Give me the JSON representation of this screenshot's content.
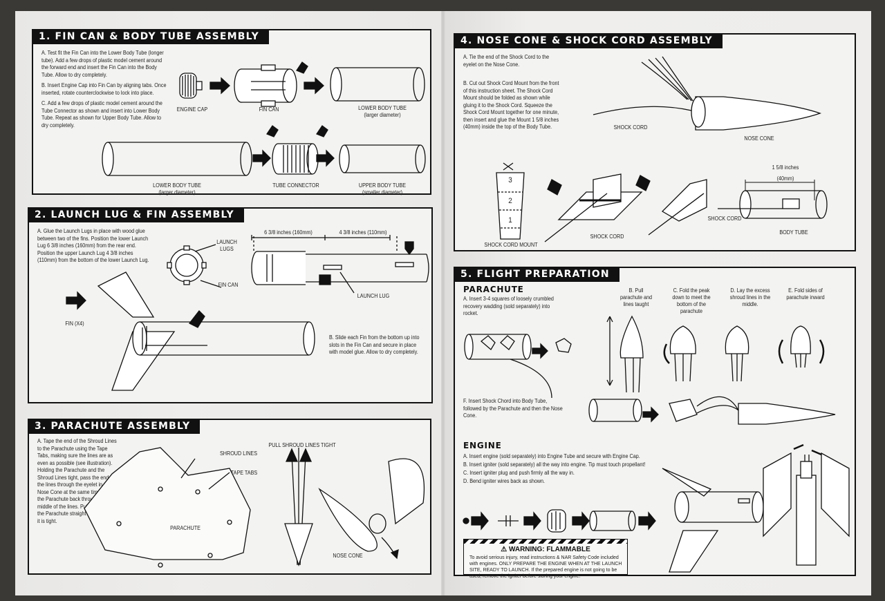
{
  "s1": {
    "title": "1. FIN CAN & BODY TUBE ASSEMBLY",
    "a": "A. Test fit the Fin Can into the Lower Body Tube (longer tube). Add a few drops of plastic model cement around the forward end and insert the Fin Can into the Body Tube. Allow to dry completely.",
    "b": "B. Insert Engine Cap into Fin Can by aligning tabs. Once inserted, rotate counterclockwise to lock into place.",
    "c": "C. Add a few drops of plastic model cement around the Tube Connector as shown and insert into Lower Body Tube. Repeat as shown for Upper Body Tube. Allow to dry completely.",
    "engine_cap": "ENGINE CAP",
    "fin_can": "FIN CAN",
    "lower_tube_1": "LOWER BODY TUBE",
    "larger_1": "(larger diameter)",
    "lower_tube_2": "LOWER BODY TUBE",
    "larger_2": "(larger diameter)",
    "tube_connector": "TUBE CONNECTOR",
    "upper_tube": "UPPER BODY TUBE",
    "smaller": "(smaller diameter)"
  },
  "s2": {
    "title": "2. LAUNCH LUG & FIN ASSEMBLY",
    "a": "A. Glue the Launch Lugs in place with wood glue between two of the fins. Position the lower Launch Lug 6 3/8 inches (160mm) from the rear end. Position the upper Launch Lug 4 3/8 inches (110mm) from the bottom of the lower Launch Lug.",
    "launch_lugs_1": "LAUNCH",
    "launch_lugs_2": "LUGS",
    "fin_can": "FIN CAN",
    "dim1": "6 3/8 inches (160mm)",
    "dim2": "4 3/8 inches (110mm)",
    "launch_lug": "LAUNCH LUG",
    "fin": "FIN (X4)",
    "b": "B. Slide each Fin from the bottom up into slots in the Fin Can and secure in place with model glue. Allow to dry completely."
  },
  "s3": {
    "title": "3. PARACHUTE ASSEMBLY",
    "a": "A. Tape the end of the Shroud Lines to the Parachute using the Tape Tabs, making sure the lines are as even as possible (see illustration). Holding the Parachute and the Shroud Lines tight, pass the ends of the lines through the eyelet in the Nose Cone at the same time. Pass the Parachute back through the middle of the lines. Pull the point of the Parachute straight through until it is tight.",
    "shroud_lines": "SHROUD LINES",
    "tape_tabs": "TAPE TABS",
    "parachute": "PARACHUTE",
    "pull": "PULL SHROUD LINES TIGHT",
    "nose_cone": "NOSE CONE"
  },
  "s4": {
    "title": "4. NOSE CONE & SHOCK CORD ASSEMBLY",
    "a": "A. Tie the end of the Shock Cord to the eyelet on the Nose Cone.",
    "b": "B. Cut out Shock Cord Mount from the front of this instruction sheet. The Shock Cord Mount should be folded as shown while gluing it to the Shock Cord. Squeeze the Shock Cord Mount together for one minute, then insert and glue the Mount 1 5/8 inches (40mm) inside the top of the Body Tube.",
    "shock_cord_1": "SHOCK CORD",
    "nose_cone": "NOSE CONE",
    "mount": "SHOCK CORD MOUNT",
    "shock_cord_2": "SHOCK CORD",
    "shock_cord_3": "SHOCK CORD",
    "dim_1": "1 5/8 inches",
    "dim_2": "(40mm)",
    "body_tube": "BODY TUBE",
    "n3": "3",
    "n2": "2",
    "n1": "1"
  },
  "s5": {
    "title": "5. FLIGHT PREPARATION",
    "parachute_hdr": "PARACHUTE",
    "a": "A. Insert 3-4 squares of loosely crumbled recovery wadding (sold separately) into rocket.",
    "b": "B. Pull parachute and lines taught",
    "c": "C. Fold the peak down to meet the bottom of the parachute",
    "d": "D. Lay the excess shroud lines in the middle.",
    "e": "E. Fold sides of parachute inward",
    "f": "F. Insert Shock Chord into Body Tube, followed by the Parachute and then the Nose Cone.",
    "engine_hdr": "ENGINE",
    "ea": "A. Insert engine (sold separately) into Engine Tube and secure with Engine Cap.",
    "eb": "B. Insert igniter (sold separately) all the way into engine. Tip must touch propellant!",
    "ec": "C. Insert igniter plug and push firmly all the way in.",
    "ed": "D. Bend igniter wires back as shown.",
    "warn_title": "⚠ WARNING: FLAMMABLE",
    "warn_body": "To avoid serious injury, read instructions & NAR Safety Code included with engines. ONLY PREPARE THE ENGINE WHEN AT THE LAUNCH SITE, READY TO LAUNCH. If the prepared engine is not going to be used, remove the igniter before storing your engine."
  }
}
